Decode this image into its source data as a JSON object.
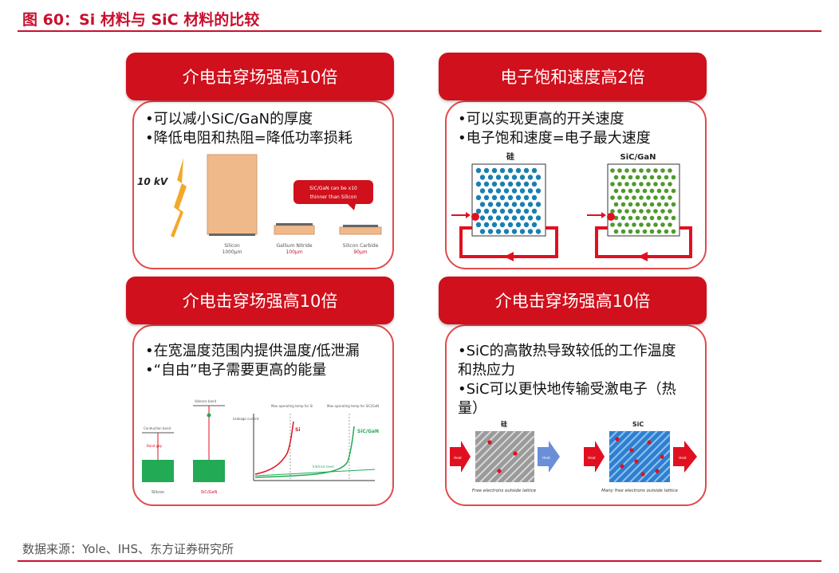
{
  "figure": {
    "title": "图 60：Si 材料与 SiC 材料的比较",
    "source": "数据来源：Yole、IHS、东方证券研究所"
  },
  "colors": {
    "brand_red": "#c8102e",
    "banner_red": "#d0101c",
    "card_border": "#e14a4a"
  },
  "panels": [
    {
      "banner": "介电击穿场强高10倍",
      "bullets": [
        "•可以减小SiC/GaN的厚度",
        "•降低电阻和热阻=降低功率损耗"
      ],
      "figure": {
        "voltage_label": "10 kV",
        "callout": "SiC/GaN can be x10 thinner than Silicon",
        "materials": [
          {
            "name": "Silicon",
            "thickness": "1000µm"
          },
          {
            "name": "Gallium Nitride",
            "thickness": "100µm"
          },
          {
            "name": "Silicon Carbide",
            "thickness": "90µm"
          }
        ]
      }
    },
    {
      "banner": "电子饱和速度高2倍",
      "bullets": [
        "•可以实现更高的开关速度",
        "•电子饱和速度=电子最大速度"
      ],
      "figure": {
        "left_label": "硅",
        "right_label": "SiC/GaN"
      }
    },
    {
      "banner": "介电击穿场强高10倍",
      "bullets": [
        "•在宽温度范围内提供温度/低泄漏",
        "•“自由”电子需要更高的能量"
      ],
      "figure": {
        "band_labels": [
          "Conduction band",
          "Valence band",
          "Band gap"
        ],
        "materials": [
          "Silicon",
          "SiC/GaN"
        ],
        "chart_annotations": [
          "Max operating temp for Si",
          "Max operating temp for SiC/GaN",
          "Leakage current",
          "Intrinsic level"
        ],
        "series_labels": [
          "Si",
          "SiC/GaN"
        ]
      }
    },
    {
      "banner": "介电击穿场强高10倍",
      "bullets": [
        "•SiC的高散热导致较低的工作温度和热应力",
        "•SiC可以更快地传输受激电子（热量）"
      ],
      "figure": {
        "left_label": "硅",
        "right_label": "SiC",
        "arrow_in": "Heat",
        "arrow_out_left": "Heat",
        "arrow_out_right": "Heat",
        "left_caption": "Free electrons outside lattice",
        "right_caption": "Many free electrons outside lattice"
      }
    }
  ]
}
